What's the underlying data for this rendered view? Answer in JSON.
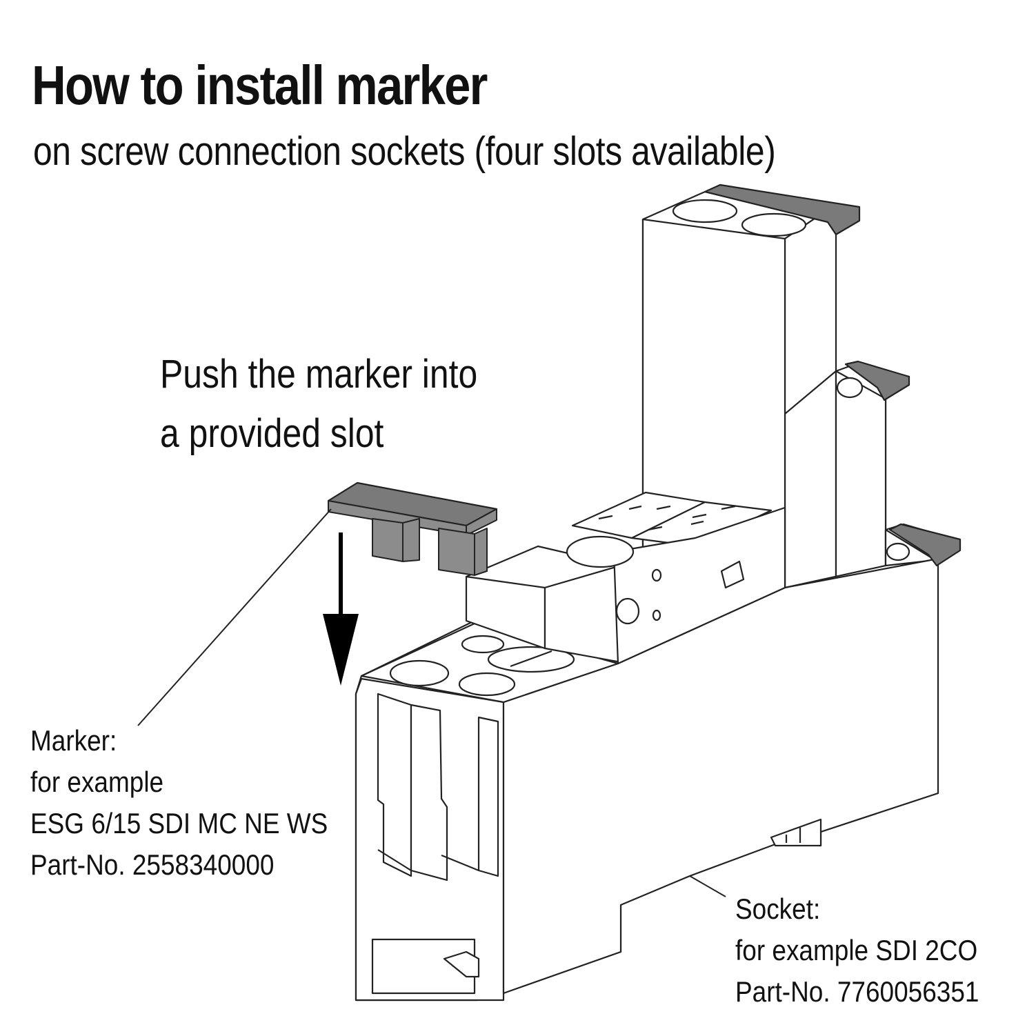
{
  "title": "How to install marker",
  "subtitle": "on screw connection sockets (four slots available)",
  "instruction": {
    "line1": "Push the marker into",
    "line2": "a provided slot"
  },
  "marker_callout": {
    "heading": "Marker:",
    "example": "for example",
    "product": "ESG 6/15 SDI MC NE WS",
    "part_no": "Part-No. 2558340000"
  },
  "socket_callout": {
    "heading": "Socket:",
    "example": "for example SDI 2CO",
    "part_no": "Part-No. 7760056351"
  },
  "colors": {
    "marker_fill": "#7a7a7a",
    "outline": "#222222",
    "background": "#ffffff"
  }
}
